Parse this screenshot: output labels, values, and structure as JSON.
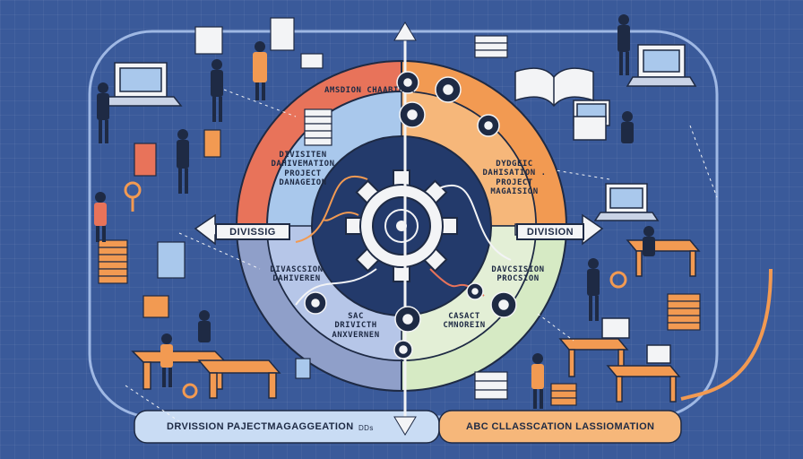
{
  "diagram": {
    "quadrant_top_left_label": "AMSDION CHAABIODA",
    "segment_left_upper": "DIVISITEN DAHIVEMATION PROJECT DANAGEION",
    "segment_right_upper": "DYDGEIC DAHISATION . PROJECT MAGAISION",
    "segment_left_lower": "DIVASCSION DAHIVEREN",
    "segment_right_lower": "DAVCSISION PROCSION",
    "bottom_left_inner": "SAC DRIVICTH ANXVERNEN",
    "bottom_right_inner": "CASACT CMNOREIN",
    "arrow_left_label": "DIVISSIG",
    "arrow_right_label": "DIVISION",
    "bottom_band_left": "DRVISSION PAJECTMAGAGGEATION",
    "bottom_band_right": "ABC CLLASSCATION LASSIOMATION",
    "small_code": "DDs"
  },
  "colors": {
    "background": "#3a5a9a",
    "ring_orange": "#f29a52",
    "ring_red": "#e8735a",
    "ring_blue": "#a9c8ec",
    "ring_green": "#d6eac4",
    "ring_lavender": "#8f9fc9",
    "center_navy": "#233a6b",
    "band_blue": "#c9dcf4",
    "band_orange": "#f6b77a"
  },
  "icons": [
    "gear-icon",
    "person-icon",
    "laptop-icon",
    "document-stack-icon",
    "desk-icon",
    "book-icon",
    "arrow-icon",
    "magnifier-icon"
  ]
}
